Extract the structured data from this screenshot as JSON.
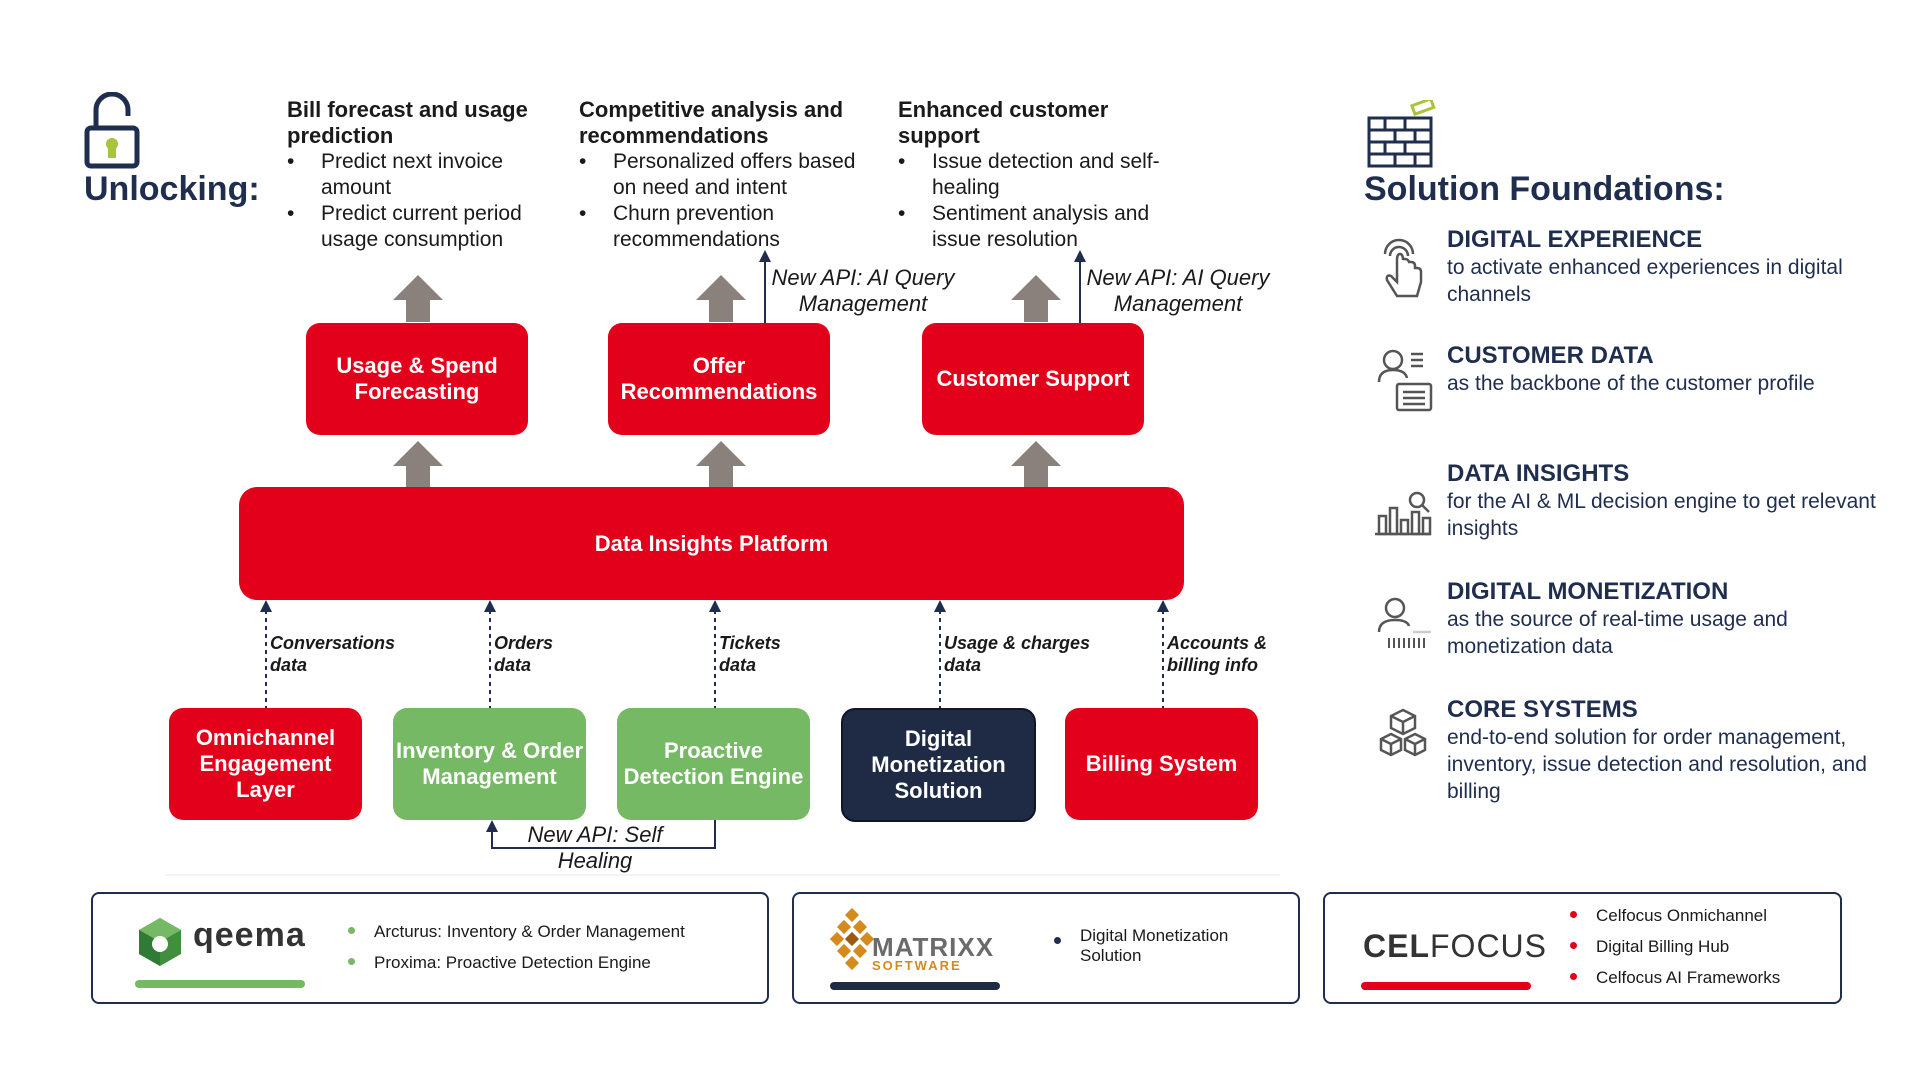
{
  "unlocking": {
    "heading": "Unlocking:",
    "cards": [
      {
        "title": "Bill forecast and usage prediction",
        "bullets": [
          "Predict next invoice amount",
          "Predict current period usage consumption"
        ]
      },
      {
        "title": "Competitive analysis and recommendations",
        "bullets": [
          "Personalized offers based on need and intent",
          "Churn prevention recommendations"
        ]
      },
      {
        "title": "Enhanced customer support",
        "bullets": [
          "Issue detection and self-healing",
          "Sentiment analysis and issue resolution"
        ]
      }
    ]
  },
  "api_labels": {
    "ai_query_1": "New API: AI Query Management",
    "ai_query_2": "New API: AI Query Management",
    "self_healing": "New API: Self Healing"
  },
  "use_cases": [
    "Usage & Spend Forecasting",
    "Offer Recommendations",
    "Customer Support"
  ],
  "platform": "Data Insights Platform",
  "flows": [
    "Conversations data",
    "Orders data",
    "Tickets data",
    "Usage & charges data",
    "Accounts & billing info"
  ],
  "systems": [
    "Omnichannel Engagement Layer",
    "Inventory & Order Management",
    "Proactive Detection Engine",
    "Digital Monetization Solution",
    "Billing System"
  ],
  "foundations": {
    "heading": "Solution Foundations:",
    "items": [
      {
        "title": "DIGITAL EXPERIENCE",
        "desc": "to activate enhanced experiences in digital channels",
        "icon": "touch-icon"
      },
      {
        "title": "CUSTOMER DATA",
        "desc": "as the backbone of the customer profile",
        "icon": "customer-profile-icon"
      },
      {
        "title": "DATA INSIGHTS",
        "desc": "for the AI & ML decision engine to get relevant insights",
        "icon": "analytics-icon"
      },
      {
        "title": "DIGITAL MONETIZATION",
        "desc": "as the source of real-time usage and monetization data",
        "icon": "monetization-icon"
      },
      {
        "title": "CORE SYSTEMS",
        "desc": "end-to-end solution for order management, inventory, issue detection and resolution, and billing",
        "icon": "cubes-icon"
      }
    ]
  },
  "partners": {
    "qeema": {
      "logo": "qeema",
      "items": [
        "Arcturus: Inventory & Order Management",
        "Proxima: Proactive Detection Engine"
      ]
    },
    "matrixx": {
      "logo_main": "MATRIXX",
      "logo_sub": "SOFTWARE",
      "items": [
        "Digital Monetization Solution"
      ]
    },
    "celfocus": {
      "logo_a": "CEL",
      "logo_b": "FOCUS",
      "items": [
        "Celfocus Onmichannel",
        "Digital Billing Hub",
        "Celfocus AI Frameworks"
      ]
    }
  },
  "colors": {
    "red": "#e3001b",
    "green": "#76b964",
    "navy": "#1f2a44",
    "arrow": "#8a817c"
  }
}
